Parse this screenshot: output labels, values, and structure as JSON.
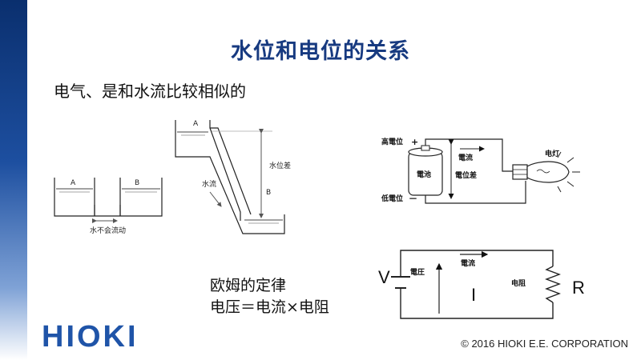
{
  "slide": {
    "title": "水位和电位的关系",
    "intro": "电气、是和水流比较相似的",
    "ohm_title": "欧姆的定律",
    "ohm_formula": "电压＝电流×电阻",
    "copyright": "© 2016  HIOKI E.E. CORPORATION"
  },
  "logo": {
    "text": "HIOKI",
    "color": "#1f54a8"
  },
  "colors": {
    "title": "#173a80",
    "sidebar": "#1d4fa0"
  },
  "figure_tanks_ab": {
    "label_a": "A",
    "label_b": "B",
    "caption": "水不会流动"
  },
  "figure_slope": {
    "label_a": "A",
    "label_b": "B",
    "water_flow": "水流",
    "height_diff": "水位差"
  },
  "figure_battery": {
    "high_potential": "高電位",
    "plus": "+",
    "low_potential": "低電位",
    "minus": "－",
    "battery": "電池",
    "current": "電流",
    "potential_diff": "電位差",
    "lamp": "电灯"
  },
  "figure_circuit": {
    "v": "V",
    "voltage": "電圧",
    "current": "電流",
    "i": "I",
    "resistance": "电阻",
    "r": "R"
  }
}
